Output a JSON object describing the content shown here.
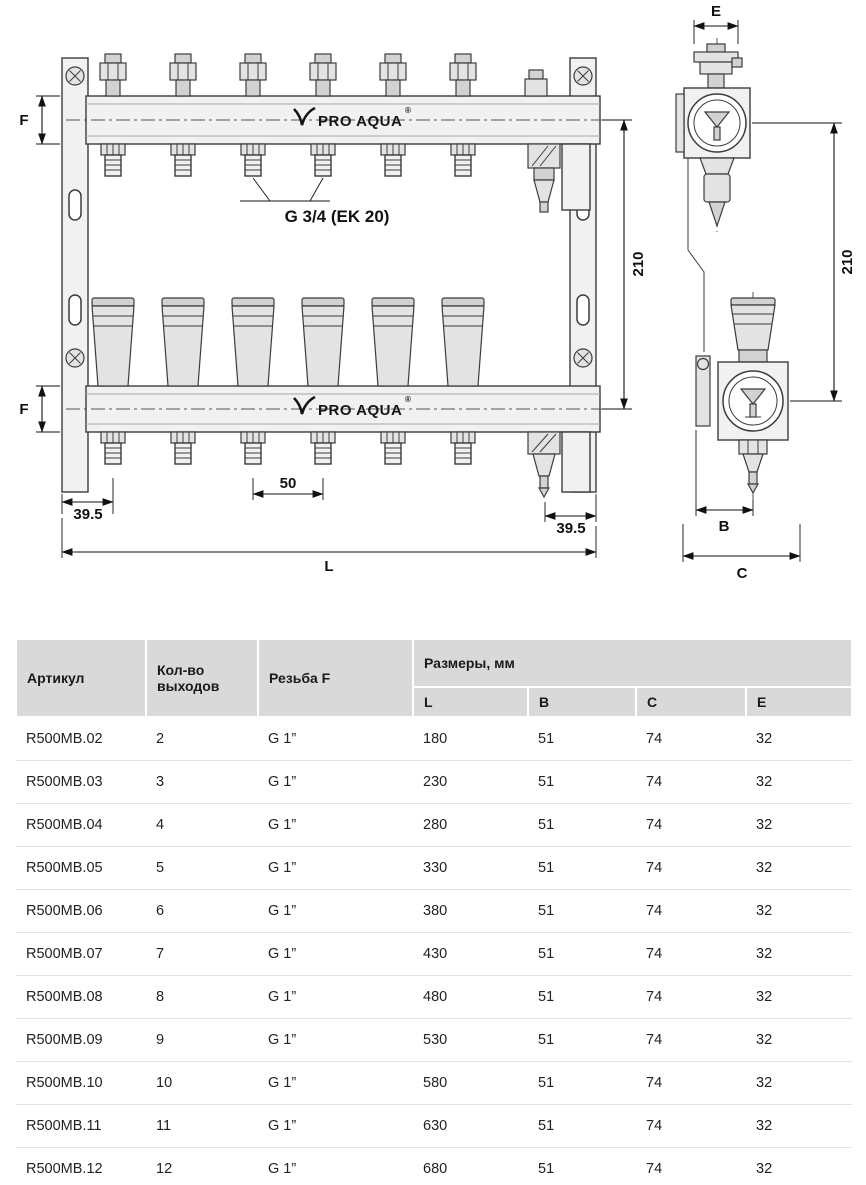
{
  "drawing": {
    "brand": "PRO AQUA",
    "registered": "®",
    "outlet_label": "G 3/4 (EK 20)",
    "dims": {
      "f_top": "F",
      "f_bottom": "F",
      "e": "E",
      "height_front": "210",
      "height_side": "210",
      "offset_left": "39.5",
      "spacing": "50",
      "offset_right": "39.5",
      "length": "L",
      "width_b": "B",
      "depth_c": "C"
    }
  },
  "table": {
    "headers": {
      "article": "Артикул",
      "outlets": "Кол-во выходов",
      "thread": "Резьба F",
      "sizes": "Размеры, мм",
      "l": "L",
      "b": "B",
      "c": "C",
      "e": "E"
    },
    "rows": [
      {
        "article": "R500MB.02",
        "outlets": "2",
        "thread": "G 1”",
        "l": "180",
        "b": "51",
        "c": "74",
        "e": "32"
      },
      {
        "article": "R500MB.03",
        "outlets": "3",
        "thread": "G 1”",
        "l": "230",
        "b": "51",
        "c": "74",
        "e": "32"
      },
      {
        "article": "R500MB.04",
        "outlets": "4",
        "thread": "G 1”",
        "l": "280",
        "b": "51",
        "c": "74",
        "e": "32"
      },
      {
        "article": "R500MB.05",
        "outlets": "5",
        "thread": "G 1”",
        "l": "330",
        "b": "51",
        "c": "74",
        "e": "32"
      },
      {
        "article": "R500MB.06",
        "outlets": "6",
        "thread": "G 1”",
        "l": "380",
        "b": "51",
        "c": "74",
        "e": "32"
      },
      {
        "article": "R500MB.07",
        "outlets": "7",
        "thread": "G 1”",
        "l": "430",
        "b": "51",
        "c": "74",
        "e": "32"
      },
      {
        "article": "R500MB.08",
        "outlets": "8",
        "thread": "G 1”",
        "l": "480",
        "b": "51",
        "c": "74",
        "e": "32"
      },
      {
        "article": "R500MB.09",
        "outlets": "9",
        "thread": "G 1”",
        "l": "530",
        "b": "51",
        "c": "74",
        "e": "32"
      },
      {
        "article": "R500MB.10",
        "outlets": "10",
        "thread": "G 1”",
        "l": "580",
        "b": "51",
        "c": "74",
        "e": "32"
      },
      {
        "article": "R500MB.11",
        "outlets": "11",
        "thread": "G 1”",
        "l": "630",
        "b": "51",
        "c": "74",
        "e": "32"
      },
      {
        "article": "R500MB.12",
        "outlets": "12",
        "thread": "G 1”",
        "l": "680",
        "b": "51",
        "c": "74",
        "e": "32"
      }
    ]
  }
}
